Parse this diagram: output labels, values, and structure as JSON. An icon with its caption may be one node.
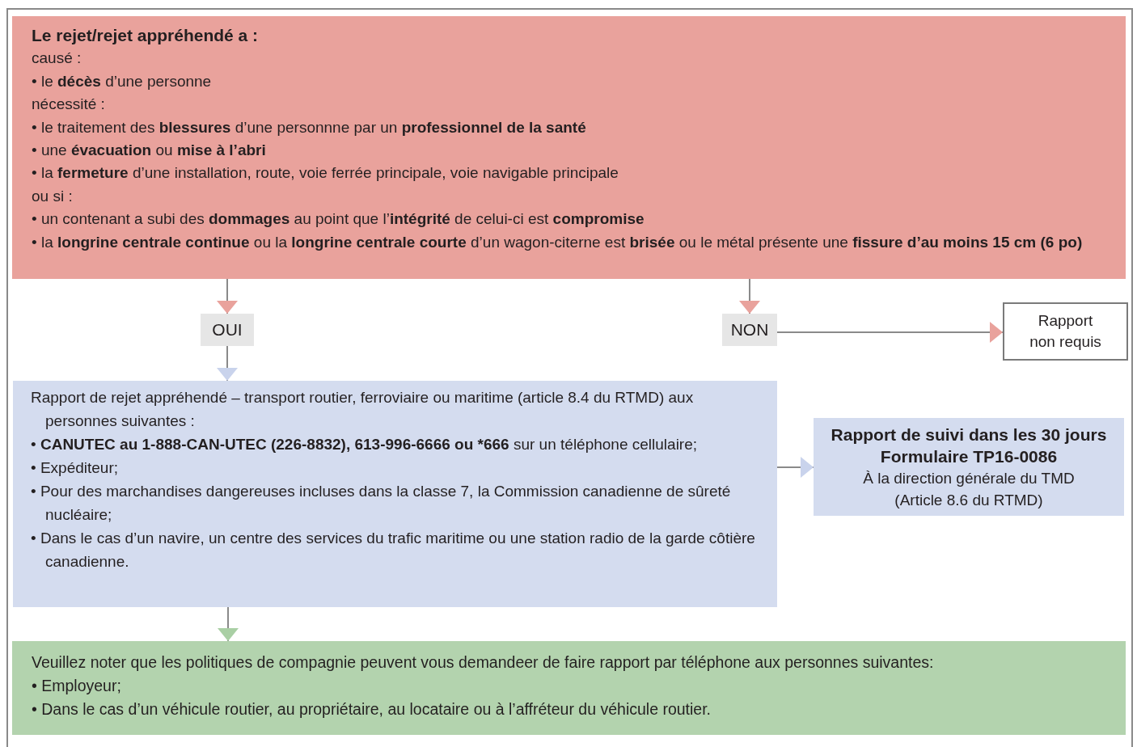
{
  "diagram": {
    "nodes": [
      {
        "text": [
          "Le rejet/rejet appréhendé a :",
          "causé :",
          "• le **décès** d’une personne",
          "nécessité :",
          "• le traitement des **blessures** d’une personnne par un **professionnel de la santé**",
          "• une **évacuation** ou **mise à l’abri**",
          "• la **fermeture** d’une installation, route, voie ferrée principale, voie navigable principale",
          "ou si :",
          "• un contenant a subi des **dommages** au point que l’**intégrité** de celui-ci est **compromise**",
          "• la **longrine centrale continue** ou la **longrine centrale courte** d’un wagon-citerne est **brisée** ou le métal présente une **fissure d’au moins 15 cm (6 po)**"
        ]
      },
      {
        "text": [
          "OUI"
        ]
      },
      {
        "text": [
          "NON"
        ]
      },
      {
        "text": [
          "Rapport non requis"
        ]
      },
      {
        "text": [
          "Rapport de rejet appréhendé – transport routier, ferroviaire ou maritime (article 8.4 du RTMD) aux personnes suivantes :",
          "• **CANUTEC au 1-888-CAN-UTEC (226-8832), 613-996-6666 ou *666** sur un téléphone cellulaire;",
          "• Expéditeur;",
          "• Pour des marchandises dangereuses incluses dans la classe 7, la Commission canadienne de sûreté nucléaire;",
          "• Dans le cas d’un navire, un centre des services du trafic maritime ou une station radio de la garde côtière canadienne."
        ]
      },
      {
        "text": [
          "Rapport de suivi dans les 30 jours",
          "Formulaire TP16-0086",
          "À la direction générale du TMD",
          "(Article 8.6 du RTMD)"
        ]
      },
      {
        "text": [
          "Veuillez noter que les politiques de compagnie peuvent vous demandeer de faire rapport par téléphone aux personnes suivantes:",
          "• Employeur;",
          "• Dans le cas d’un véhicule routier, au propriétaire, au locataire ou à l’affréteur du véhicule routier."
        ]
      }
    ],
    "edges": [
      {
        "from": 0,
        "to": 1,
        "arrow": "to"
      },
      {
        "from": 0,
        "to": 2,
        "arrow": "to"
      },
      {
        "from": 2,
        "to": 3,
        "arrow": "to"
      },
      {
        "from": 1,
        "to": 4,
        "arrow": "to"
      },
      {
        "from": 4,
        "to": 5,
        "arrow": "to"
      },
      {
        "from": 4,
        "to": 6,
        "arrow": "to"
      }
    ]
  }
}
